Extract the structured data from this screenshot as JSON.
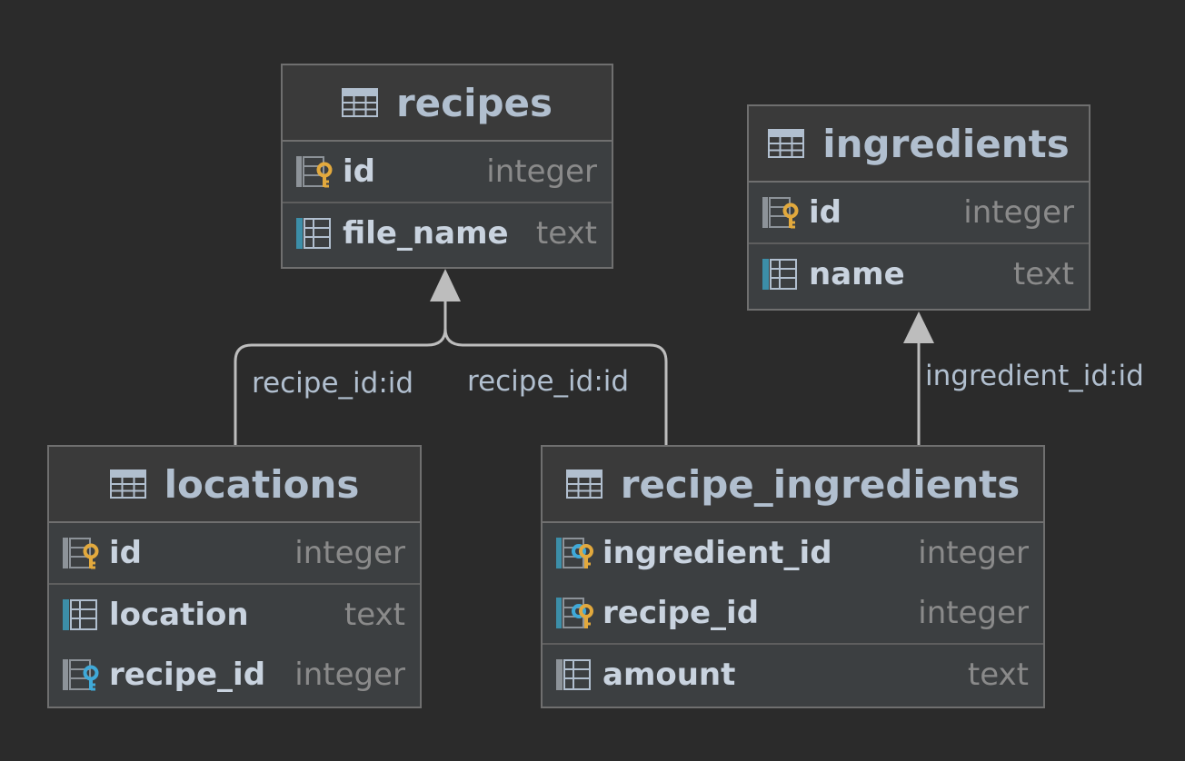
{
  "entities": {
    "recipes": {
      "name": "recipes",
      "icon": "table-icon",
      "columns": [
        {
          "name": "id",
          "type": "integer",
          "icon": "primary-key-icon"
        },
        {
          "name": "file_name",
          "type": "text",
          "icon": "column-icon"
        }
      ]
    },
    "ingredients": {
      "name": "ingredients",
      "icon": "table-icon",
      "columns": [
        {
          "name": "id",
          "type": "integer",
          "icon": "primary-key-icon"
        },
        {
          "name": "name",
          "type": "text",
          "icon": "column-icon"
        }
      ]
    },
    "locations": {
      "name": "locations",
      "icon": "table-icon",
      "columns": [
        {
          "name": "id",
          "type": "integer",
          "icon": "primary-key-icon"
        },
        {
          "name": "location",
          "type": "text",
          "icon": "column-icon"
        },
        {
          "name": "recipe_id",
          "type": "integer",
          "icon": "foreign-key-icon"
        }
      ]
    },
    "recipe_ingredients": {
      "name": "recipe_ingredients",
      "icon": "table-icon",
      "columns": [
        {
          "name": "ingredient_id",
          "type": "integer",
          "icon": "primary-foreign-key-icon"
        },
        {
          "name": "recipe_id",
          "type": "integer",
          "icon": "primary-foreign-key-icon"
        },
        {
          "name": "amount",
          "type": "text",
          "icon": "column-icon"
        }
      ]
    }
  },
  "relations": [
    {
      "from": "locations",
      "to": "recipes",
      "label": "recipe_id:id"
    },
    {
      "from": "recipe_ingredients",
      "to": "recipes",
      "label": "recipe_id:id"
    },
    {
      "from": "recipe_ingredients",
      "to": "ingredients",
      "label": "ingredient_id:id"
    }
  ],
  "colors": {
    "background": "#2b2b2b",
    "entity_fill": "#3c3f41",
    "border": "#6f6f6f",
    "title_text": "#b1bfcf",
    "type_text": "#8a8a8a",
    "key_gold": "#e2a93d",
    "key_blue": "#3fa9d8",
    "column_teal": "#3c8ea8",
    "connector": "#bdbdbd"
  }
}
